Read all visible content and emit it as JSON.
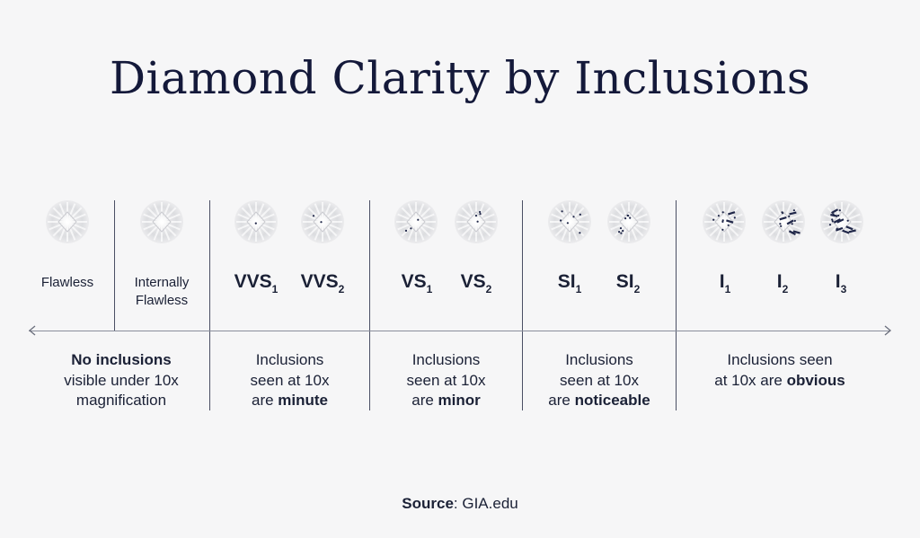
{
  "title": "Diamond Clarity by Inclusions",
  "grades": [
    {
      "label": "Flawless",
      "main": "",
      "sub": "",
      "inclusions": 0
    },
    {
      "label": "Internally Flawless",
      "main": "",
      "sub": "",
      "inclusions": 0
    },
    {
      "label": "VVS1",
      "main": "VVS",
      "sub": "1",
      "inclusions": 1
    },
    {
      "label": "VVS2",
      "main": "VVS",
      "sub": "2",
      "inclusions": 2
    },
    {
      "label": "VS1",
      "main": "VS",
      "sub": "1",
      "inclusions": 3
    },
    {
      "label": "VS2",
      "main": "VS",
      "sub": "2",
      "inclusions": 4
    },
    {
      "label": "SI1",
      "main": "SI",
      "sub": "1",
      "inclusions": 6
    },
    {
      "label": "SI2",
      "main": "SI",
      "sub": "2",
      "inclusions": 8
    },
    {
      "label": "I1",
      "main": "I",
      "sub": "1",
      "inclusions": 10
    },
    {
      "label": "I2",
      "main": "I",
      "sub": "2",
      "inclusions": 13
    },
    {
      "label": "I3",
      "main": "I",
      "sub": "3",
      "inclusions": 16
    }
  ],
  "labels": {
    "flawless": "Flawless",
    "internally_1": "Internally",
    "internally_2": "Flawless"
  },
  "descriptions": [
    {
      "l1_bold": "No inclusions",
      "l2": "visible under 10x",
      "l3": "magnification"
    },
    {
      "l1": "Inclusions",
      "l2": "seen at 10x",
      "l3_pre": "are ",
      "l3_bold": "minute"
    },
    {
      "l1": "Inclusions",
      "l2": "seen at 10x",
      "l3_pre": "are ",
      "l3_bold": "minor"
    },
    {
      "l1": "Inclusions",
      "l2": "seen at 10x",
      "l3_pre": "are ",
      "l3_bold": "noticeable"
    },
    {
      "l1": "Inclusions seen",
      "l2_pre": "at 10x are ",
      "l2_bold": "obvious"
    }
  ],
  "source": {
    "bold": "Source",
    "rest": ": GIA.edu"
  },
  "colors": {
    "background": "#f6f6f7",
    "text": "#1b2136",
    "title": "#14193a",
    "lines": "#4a4f64"
  }
}
